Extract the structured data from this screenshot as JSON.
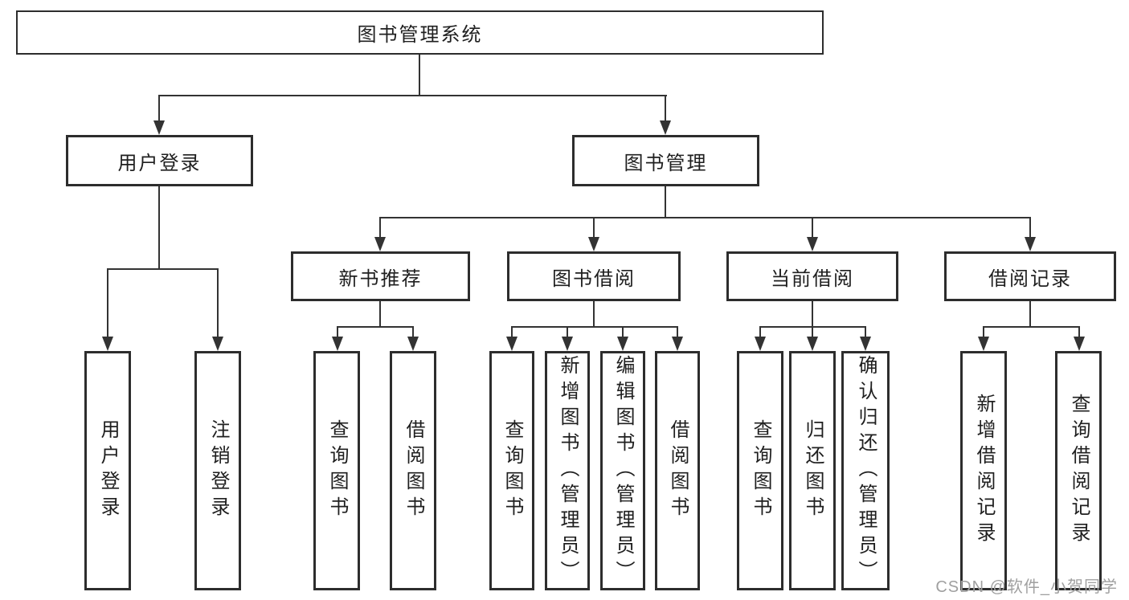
{
  "diagram": {
    "root": {
      "label": "图书管理系统"
    },
    "branches": [
      {
        "label": "用户登录",
        "children": [
          {
            "label": "用户登录"
          },
          {
            "label": "注销登录"
          }
        ]
      },
      {
        "label": "图书管理",
        "children": [
          {
            "label": "新书推荐",
            "children": [
              {
                "label": "查询图书"
              },
              {
                "label": "借阅图书"
              }
            ]
          },
          {
            "label": "图书借阅",
            "children": [
              {
                "label": "查询图书"
              },
              {
                "label": "新增图书（管理员）"
              },
              {
                "label": "编辑图书（管理员）"
              },
              {
                "label": "借阅图书"
              }
            ]
          },
          {
            "label": "当前借阅",
            "children": [
              {
                "label": "查询图书"
              },
              {
                "label": "归还图书"
              },
              {
                "label": "确认归还（管理员）"
              }
            ]
          },
          {
            "label": "借阅记录",
            "children": [
              {
                "label": "新增借阅记录"
              },
              {
                "label": "查询借阅记录"
              }
            ]
          }
        ]
      }
    ]
  },
  "watermark": {
    "text": "CSDN @软件_小贺同学"
  },
  "colors": {
    "border": "#2d2d2d",
    "line": "#333333",
    "text": "#1f1f1f",
    "background": "#ffffff",
    "watermark": "#a0a0a0"
  }
}
